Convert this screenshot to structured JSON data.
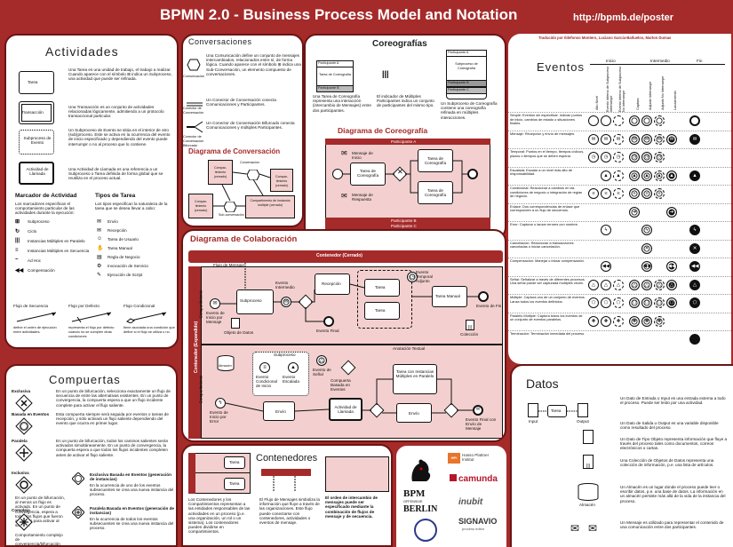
{
  "header": {
    "title": "BPMN 2.0 - Business Process Model and Notation",
    "url": "http://bpmb.de/poster"
  },
  "activities": {
    "title": "Actividades",
    "task_label": "Tarea",
    "task_desc": "Una Tarea es una unidad de trabajo, el trabajo a realizar. Cuando aparece con el símbolo ⊞ indica un Subproceso, una actividad que puede ser refinada.",
    "transaction_label": "Transacción",
    "transaction_desc": "Una Transacción es un conjunto de actividades relacionadas lógicamente, admitiendo a un protocolo transaccional particular.",
    "event_sub_label": "Subproceso de Evento",
    "event_sub_desc": "Un Subproceso de Evento se sitúa en el interior de otro (sub)proceso. Este se activa en la ocurrencia del evento de inicio especificado y dependiendo del evento puede interrumpir o no al proceso que lo contiene.",
    "call_label": "Actividad de Llamada",
    "call_desc": "Una Actividad de Llamada es una referencia a un Subproceso o Tarea definida de forma global que se reutiliza en el proceso actual.",
    "markers_title": "Marcador de Actividad",
    "markers_desc": "Los marcadores especifican el comportamiento particular de las actividades durante la ejecución:",
    "markers": [
      "Subproceso",
      "Ciclo",
      "Instancias Múltiples en Paralelo",
      "Instancias Múltiples en Secuencia",
      "Ad Hoc",
      "Compensación"
    ],
    "task_types_title": "Tipos de Tarea",
    "task_types_desc": "Los tipos especifican la naturaleza de la tarea que se desea llevar a cabo:",
    "task_types": [
      "Envío",
      "Recepción",
      "Tarea de Usuario",
      "Tarea Manual",
      "Regla de Negocio",
      "Invocación de Servicio",
      "Ejecución de Script"
    ],
    "flows": [
      "Flujo de Secuencia",
      "Flujo por Defecto",
      "Flujo Condicional"
    ],
    "flow_desc": [
      "define el orden de ejecución entre actividades.",
      "representa el flujo por defecto cuando no se cumplen otras condiciones",
      "tiene asociada una condición que define si el flujo se utiliza o no."
    ]
  },
  "conversations": {
    "title": "Conversaciones",
    "items": [
      {
        "label": "Comunicación",
        "desc": "Una Comunicación define un conjunto de mensajes intercambiados, relacionados entre sí, de forma lógica. Cuando aparece con el símbolo ⊞ indica una Sub-Conversación, un elemento compuesto de conversaciones."
      },
      {
        "label": "Conector de Conversación",
        "desc": "Un Conector de Conversación conecta Comunicaciones y Participantes."
      },
      {
        "label": "Conector de Conversación Bifurcado",
        "desc": "Un Conector de Conversación Bifurcado conecta Comunicaciones y múltiples Participantes."
      }
    ],
    "diagram_title": "Diagrama de Conversación",
    "diagram_nodes": [
      "Compar-timiento (cerrado)",
      "Conversación",
      "Compar-timiento (cerrado)",
      "Sub-conversación",
      "Compartimento de Instancia múltiple (cerrado)"
    ]
  },
  "choreographies": {
    "title": "Coreografías",
    "participant_a": "Participante A",
    "participant_b": "Participante B",
    "participant_c": "Participante C",
    "task_label": "Tarea de Coreografía",
    "sub_label": "Subproceso de Coreografía",
    "descs": [
      "Una Tarea de Coreografía representa una interacción (intercambio de Mensajes) entre dos participantes.",
      "El indicador de Múltiples Participantes indica un conjunto de participantes del mismo tipo.",
      "Un Subproceso de Coreografía contiene una coreografía refinada en múltiples interacciones."
    ],
    "diagram_title": "Diagrama de Coreografía",
    "diagram_labels": [
      "Participante A",
      "Mensaje de Inicio",
      "Tarea de Coreografía",
      "Tarea de Coreografía",
      "Mensaje de Respuesta",
      "Tarea de Coreografía",
      "Participante B",
      "Participante C"
    ]
  },
  "collaboration": {
    "title": "Diagrama de Colaboración",
    "pool_closed": "Contenedor (Cerrado)",
    "pool_expanded": "Contenedor (Expandido)",
    "lane_a": "Compartimiento",
    "lane_b": "Compartimiento",
    "message_flow": "Flujo de Mensaje",
    "labels": [
      "Subproceso",
      "Evento de Inicio por Mensaje",
      "Objeto de Datos",
      "Evento Intermedio",
      "Evento Temporal Adjunto",
      "Recepción",
      "Evento Final",
      "Evento de Fin",
      "Colección",
      "Tarea",
      "Tarea Manual",
      "Anotación Textual",
      "Almacén",
      "Subproceso",
      "Evento Condicional de Inicio",
      "Evento Escalada",
      "Evento de Señal",
      "Compuerta Basada en Eventos",
      "Actividad de Llamada",
      "Evento de Inicio por Error",
      "Envío",
      "Evento Final con Envío de Mensaje",
      "Tarea con Instancias Múltiples en Paralelo"
    ]
  },
  "events": {
    "title": "Eventos",
    "translated_by": "Traducido por Ildefonso Montero, Luciano García-Bañuelos, Marlon Dumas",
    "col_groups": [
      "Inicio",
      "Intermedio",
      "Fin"
    ],
    "col_headers": [
      "Alto Nivel",
      "Evento Interno de Subproceso Interrumpe",
      "Evento Interno de Subproceso No Interrumpe",
      "Captura",
      "Adjunto Interrumpe",
      "Adjunto No Interrumpe",
      "Lanzamiento",
      ""
    ],
    "rows": [
      {
        "label": "Simple: Eventos sin especificar. Indican puntos de inicio, cambios de estado o situaciones finales.",
        "glyph": ""
      },
      {
        "label": "Mensaje: Recepción y envío de mensajes.",
        "glyph": "✉"
      },
      {
        "label": "Temporal: Puntos en el tiempo, tiempos cíclicos, plazos o tiempos que se deben esperar.",
        "glyph": "◷"
      },
      {
        "label": "Escalada: Escalar a un nivel más alto de responsabilidad.",
        "glyph": "▲"
      },
      {
        "label": "Condicional: Reaccionar a cambios en las condiciones de negocio o integración de reglas de negocio.",
        "glyph": "≡"
      },
      {
        "label": "Enlace: Dos correspondencias de enlace que corresponden a un flujo de secuencia.",
        "glyph": "➜"
      },
      {
        "label": "Error: Capturar o lanzar errores con nombre.",
        "glyph": "ϟ"
      },
      {
        "label": "Cancelación: Reaccionar a transacciones canceladas o iniciar cancelación.",
        "glyph": "✕"
      },
      {
        "label": "Compensación: Manejar o iniciar compensación.",
        "glyph": "◀◀"
      },
      {
        "label": "Señal: Señalizar a través de diferentes procesos. Una señal puede ser capturada múltiples veces.",
        "glyph": "△"
      },
      {
        "label": "Múltiple: Captura uno de un conjunto de eventos. Lanza todos los eventos definidos.",
        "glyph": "⬠"
      },
      {
        "label": "Paralelo Múltiple: Captura todos los eventos de un conjunto de eventos paralelos.",
        "glyph": "✚"
      },
      {
        "label": "Terminación: Terminación inmediata del proceso.",
        "glyph": "●"
      }
    ]
  },
  "gateways": {
    "title": "Compuertas",
    "items": [
      {
        "label": "Exclusiva",
        "desc": "En un punto de bifurcación, selecciona exactamente un flujo de secuencia de entre las alternativas existentes. En un punto de convergencia, la compuerta espera a que un flujo incidente complete para activar el flujo saliente."
      },
      {
        "label": "Basada en Eventos",
        "desc": "Esta compuerta siempre será seguida por eventos o tareas de recepción, y sólo activará un flujo saliente dependiendo del evento que ocurra en primer lugar."
      },
      {
        "label": "Paralela",
        "desc": "En un punto de bifurcación, todos los caminos salientes serán activados simultáneamente. En un punto de convergencia, la compuerta espera a que todos los flujos incidentes completen antes de activar el flujo saliente."
      },
      {
        "label": "Inclusiva",
        "desc": "En un punto de bifurcación, al menos un flujo es activado. En un punto de convergencia, espera a todos los flujos que fueron activados para activar al saliente."
      },
      {
        "label": "Compleja",
        "desc": "Comportamiento complejo de convergencia/bifurcación no capturado por el resto de compuertas."
      }
    ],
    "excl_event": {
      "label": "Exclusiva Basada en Eventos (generación de instancias)",
      "desc": "En la ocurrencia de uno de los eventos subsecuentes se crea una nueva instancia del proceso."
    },
    "par_event": {
      "label": "Paralela Basada en Eventos (generación de instancias)",
      "desc": "En la ocurrencia de todos los eventos subsecuentes se crea una nueva instancia del proceso."
    }
  },
  "containers": {
    "title": "Contenedores",
    "pool_lane_desc": "Los Contenedores y los Compartimientos representan a las entidades responsables de las actividades en un proceso (p.e. una organización, un rol o un sistema). Los contenedores pueden dividirse en compartimientos.",
    "msg_desc": "El Flujo de Mensajes simboliza la información que fluye a través de las organizaciones. Este flujo puede conectarse con contenedores, actividades o eventos de mensaje.",
    "order_desc": "El orden de intercambio de mensajes puede ser especificado mediante la combinación de flujos de mensaje y de secuencia.",
    "task_label": "Tarea"
  },
  "logos": {
    "bpm_line1": "BPM",
    "bpm_line2": "OFFENSIVE",
    "bpm_line3": "BERLIN",
    "hpi": "Hasso Plattner Institut",
    "camunda": "camunda",
    "inubit": "inubit",
    "signavio": "SIGNAVIO",
    "signavio_sub": "process editor"
  },
  "data": {
    "title": "Datos",
    "input_label": "Input",
    "output_label": "Output",
    "task_label": "Tarea",
    "store_label": "Almacén",
    "descs": [
      "Un Dato de Entrada o Input es una entrada externa a todo el proceso. Puede ser leído por una actividad.",
      "Un Dato de Salida u Output es una variable disponible como resultado del proceso.",
      "Un Dato de Tipo Objeto representa información que fluye a través del proceso tales como documentos, correos electrónicos o cartas.",
      "Una Colección de Objetos de Datos representa una colección de información, p.e. una lista de artículos.",
      "Un Almacén es un lugar donde el proceso puede leer o escribir datos, p.e. una base de datos. La información en un almacén persiste más allá de la vida de la instancia del proceso.",
      "Un Mensaje es utilizado para representar el contenido de una comunicación entre dos participantes."
    ]
  }
}
